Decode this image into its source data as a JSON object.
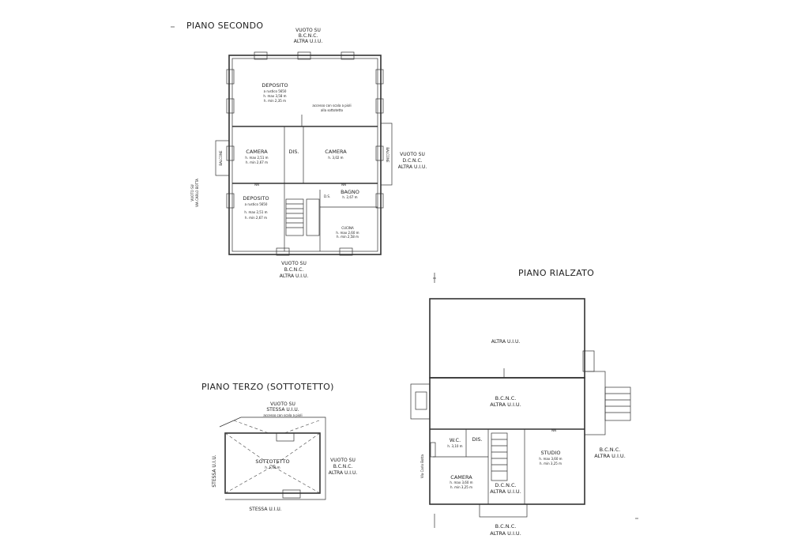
{
  "floors": {
    "secondo": {
      "title": "PIANO SECONDO",
      "top_note": [
        "VUOTO SU",
        "B.C.N.C.",
        "ALTRA U.I.U."
      ],
      "right_note": [
        "VUOTO SU",
        "D.C.N.C.",
        "ALTRA U.I.U."
      ],
      "bottom_note": [
        "VUOTO SU",
        "B.C.N.C.",
        "ALTRA U.I.U."
      ],
      "left_note": [
        "VUOTO SU",
        "VIA CARLO BOTTA"
      ],
      "balcone_left": "BALCONE",
      "balcone_right": "BALCONE",
      "deposito_top": {
        "name": "DEPOSITO",
        "lines": [
          "a rustico 5650",
          "h. max 3,58 m",
          "h. min 2,35 m"
        ]
      },
      "access_note": [
        "accesso con scala a pioli",
        "alla sottotetto"
      ],
      "camera_left": {
        "name": "CAMERA",
        "lines": [
          "h. max 2,51 m",
          "h. min 2,67 m"
        ]
      },
      "dis": "DIS.",
      "camera_right": {
        "name": "CAMERA",
        "lines": [
          "h. 3,02 m"
        ]
      },
      "deposito_bottom": {
        "name": "DEPOSITO",
        "lines": [
          "a rustico 5650",
          "h. max 2,51 m",
          "h. min 2,67 m"
        ]
      },
      "bagno": {
        "name": "BAGNO",
        "lines": [
          "h. 2,67 m"
        ]
      },
      "cucina": {
        "name": "CUCINA",
        "lines": [
          "h. max 2,60 m",
          "h. min 2,58 m"
        ]
      },
      "nn": "NN",
      "ds": "D.S."
    },
    "terzo": {
      "title": "PIANO TERZO (SOTTOTETTO)",
      "top_note": [
        "VUOTO SU",
        "STESSA U.I.U.",
        "accesso con scala a pioli"
      ],
      "right_note": [
        "VUOTO SU",
        "B.C.N.C.",
        "ALTRA U.I.U."
      ],
      "left_note": "STESSA U.I.U.",
      "bottom_note": "STESSA U.I.U.",
      "room": {
        "name": "SOTTOTETTO",
        "lines": [
          "h. 1,40 m"
        ]
      }
    },
    "rialzato": {
      "title": "PIANO RIALZATO",
      "altra": "ALTRA U.I.U.",
      "bcnc_center": [
        "B.C.N.C.",
        "ALTRA U.I.U."
      ],
      "wc": {
        "name": "W.C.",
        "lines": [
          "h. 3,10 m"
        ]
      },
      "dis": "DIS.",
      "studio": {
        "name": "STUDIO",
        "lines": [
          "h. max 3,60 m",
          "h. min 3,25 m"
        ]
      },
      "camera": {
        "name": "CAMERA",
        "lines": [
          "h. max 3,60 m",
          "h. min 3,25 m"
        ]
      },
      "bcnc_right": [
        "B.C.N.C.",
        "ALTRA U.I.U."
      ],
      "dcnc": [
        "D.C.N.C.",
        "ALTRA U.I.U."
      ],
      "bcnc_bottom": [
        "B.C.N.C.",
        "ALTRA U.I.U."
      ],
      "street": "Via Carlo Botta",
      "nn": "NN"
    }
  }
}
